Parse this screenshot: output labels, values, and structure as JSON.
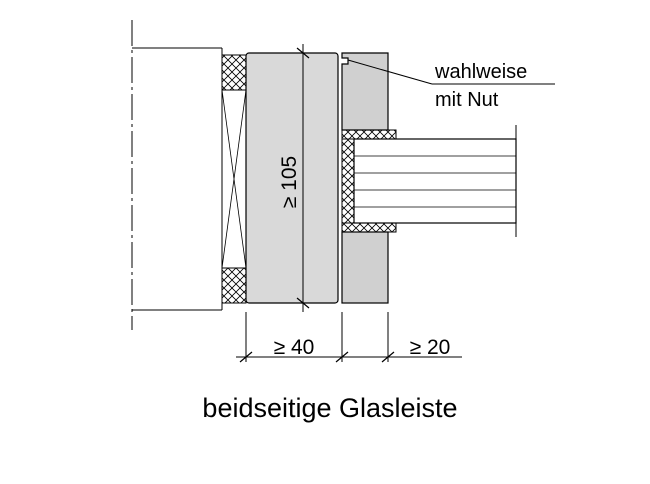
{
  "labels": {
    "dim_height": "≥ 105",
    "dim_frame_width": "≥ 40",
    "dim_bead_width": "≥ 20",
    "note_line1": "wahlweise",
    "note_line2": "mit Nut",
    "caption": "beidseitige Glasleiste"
  },
  "colors": {
    "line": "#000000",
    "frame_fill": "#d9d9d9",
    "bead_fill": "#d0d0d0",
    "glass_fill": "#ffffff",
    "background": "#ffffff"
  }
}
